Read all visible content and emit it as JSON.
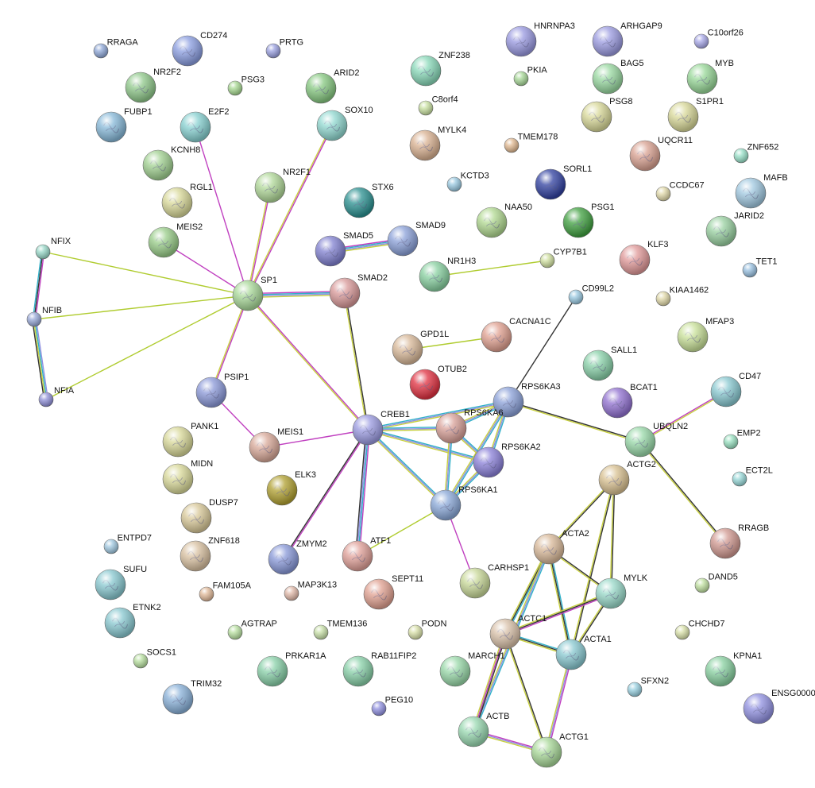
{
  "network": {
    "nodes": [
      {
        "id": "RRAGA",
        "label": "RRAGA",
        "color": "#8fa8d8"
      },
      {
        "id": "CD274",
        "label": "CD274",
        "color": "#8a9de0"
      },
      {
        "id": "PRTG",
        "label": "PRTG",
        "color": "#9aa0e0"
      },
      {
        "id": "NR2F2",
        "label": "NR2F2",
        "color": "#8fc88a"
      },
      {
        "id": "PSG3",
        "label": "PSG3",
        "color": "#a6d890"
      },
      {
        "id": "ARID2",
        "label": "ARID2",
        "color": "#86c880"
      },
      {
        "id": "FUBP1",
        "label": "FUBP1",
        "color": "#86b8d8"
      },
      {
        "id": "E2F2",
        "label": "E2F2",
        "color": "#86d0d0"
      },
      {
        "id": "SOX10",
        "label": "SOX10",
        "color": "#90d8d0"
      },
      {
        "id": "KCNH8",
        "label": "KCNH8",
        "color": "#a0d090"
      },
      {
        "id": "NR2F1",
        "label": "NR2F1",
        "color": "#b0d898"
      },
      {
        "id": "RGL1",
        "label": "RGL1",
        "color": "#d8d898"
      },
      {
        "id": "MEIS2",
        "label": "MEIS2",
        "color": "#98cc88"
      },
      {
        "id": "STX6",
        "label": "STX6",
        "color": "#2a9090"
      },
      {
        "id": "SMAD5",
        "label": "SMAD5",
        "color": "#8080d0"
      },
      {
        "id": "SMAD9",
        "label": "SMAD9",
        "color": "#8aa0d8"
      },
      {
        "id": "NFIX",
        "label": "NFIX",
        "color": "#98d8c8"
      },
      {
        "id": "NFIB",
        "label": "NFIB",
        "color": "#98a8d8"
      },
      {
        "id": "NFIA",
        "label": "NFIA",
        "color": "#9090d8"
      },
      {
        "id": "SP1",
        "label": "SP1",
        "color": "#a8d898"
      },
      {
        "id": "SMAD2",
        "label": "SMAD2",
        "color": "#d89898"
      },
      {
        "id": "ZNF238",
        "label": "ZNF238",
        "color": "#88d8b8"
      },
      {
        "id": "C8orf4",
        "label": "C8orf4",
        "color": "#c8e0a0"
      },
      {
        "id": "MYLK4",
        "label": "MYLK4",
        "color": "#d8b090"
      },
      {
        "id": "KCTD3",
        "label": "KCTD3",
        "color": "#98c8e0"
      },
      {
        "id": "HNRNPA3",
        "label": "HNRNPA3",
        "color": "#9898e0"
      },
      {
        "id": "PKIA",
        "label": "PKIA",
        "color": "#a8d898"
      },
      {
        "id": "TMEM178",
        "label": "TMEM178",
        "color": "#e0b890"
      },
      {
        "id": "NAA50",
        "label": "NAA50",
        "color": "#b0d890"
      },
      {
        "id": "ARHGAP9",
        "label": "ARHGAP9",
        "color": "#9a9ae0"
      },
      {
        "id": "BAG5",
        "label": "BAG5",
        "color": "#98d8a0"
      },
      {
        "id": "PSG8",
        "label": "PSG8",
        "color": "#d8d898"
      },
      {
        "id": "SORL1",
        "label": "SORL1",
        "color": "#3040a0"
      },
      {
        "id": "PSG1",
        "label": "PSG1",
        "color": "#40a040"
      },
      {
        "id": "C10orf26",
        "label": "C10orf26",
        "color": "#a8a8e8"
      },
      {
        "id": "MYB",
        "label": "MYB",
        "color": "#98d898"
      },
      {
        "id": "S1PR1",
        "label": "S1PR1",
        "color": "#d8d898"
      },
      {
        "id": "UQCR11",
        "label": "UQCR11",
        "color": "#d8a090"
      },
      {
        "id": "ZNF652",
        "label": "ZNF652",
        "color": "#98e0c8"
      },
      {
        "id": "CCDC67",
        "label": "CCDC67",
        "color": "#e0d8a8"
      },
      {
        "id": "MAFB",
        "label": "MAFB",
        "color": "#a0c8e0"
      },
      {
        "id": "JARID2",
        "label": "JARID2",
        "color": "#98d0a0"
      },
      {
        "id": "NR1H3",
        "label": "NR1H3",
        "color": "#88d0a0"
      },
      {
        "id": "CYP7B1",
        "label": "CYP7B1",
        "color": "#d0e0a0"
      },
      {
        "id": "KLF3",
        "label": "KLF3",
        "color": "#e09898"
      },
      {
        "id": "TET1",
        "label": "TET1",
        "color": "#98c0e0"
      },
      {
        "id": "CD99L2",
        "label": "CD99L2",
        "color": "#98c8e0"
      },
      {
        "id": "KIAA1462",
        "label": "KIAA1462",
        "color": "#e0d8a8"
      },
      {
        "id": "GPD1L",
        "label": "GPD1L",
        "color": "#d8b898"
      },
      {
        "id": "CACNA1C",
        "label": "CACNA1C",
        "color": "#e0a090"
      },
      {
        "id": "MFAP3",
        "label": "MFAP3",
        "color": "#c8e098"
      },
      {
        "id": "OTUB2",
        "label": "OTUB2",
        "color": "#e03040"
      },
      {
        "id": "SALL1",
        "label": "SALL1",
        "color": "#88d0a8"
      },
      {
        "id": "BCAT1",
        "label": "BCAT1",
        "color": "#9070d0"
      },
      {
        "id": "CD47",
        "label": "CD47",
        "color": "#88c8d0"
      },
      {
        "id": "PSIP1",
        "label": "PSIP1",
        "color": "#8a98d8"
      },
      {
        "id": "CREB1",
        "label": "CREB1",
        "color": "#9a9ae0"
      },
      {
        "id": "RPS6KA3",
        "label": "RPS6KA3",
        "color": "#8aa0d8"
      },
      {
        "id": "RPS6KA6",
        "label": "RPS6KA6",
        "color": "#d8a098"
      },
      {
        "id": "UBQLN2",
        "label": "UBQLN2",
        "color": "#98d8a8"
      },
      {
        "id": "EMP2",
        "label": "EMP2",
        "color": "#98e0c0"
      },
      {
        "id": "PANK1",
        "label": "PANK1",
        "color": "#d8d898"
      },
      {
        "id": "MEIS1",
        "label": "MEIS1",
        "color": "#d8a898"
      },
      {
        "id": "RPS6KA2",
        "label": "RPS6KA2",
        "color": "#8a80d8"
      },
      {
        "id": "ACTG2",
        "label": "ACTG2",
        "color": "#d8c090"
      },
      {
        "id": "ECT2L",
        "label": "ECT2L",
        "color": "#98d8d8"
      },
      {
        "id": "MIDN",
        "label": "MIDN",
        "color": "#d8d898"
      },
      {
        "id": "ELK3",
        "label": "ELK3",
        "color": "#b0a030"
      },
      {
        "id": "RPS6KA1",
        "label": "RPS6KA1",
        "color": "#8aa8d8"
      },
      {
        "id": "DUSP7",
        "label": "DUSP7",
        "color": "#d8c898"
      },
      {
        "id": "RRAGB",
        "label": "RRAGB",
        "color": "#d09890"
      },
      {
        "id": "ENTPD7",
        "label": "ENTPD7",
        "color": "#a0c8e0"
      },
      {
        "id": "ZNF618",
        "label": "ZNF618",
        "color": "#d8c0a0"
      },
      {
        "id": "ZMYM2",
        "label": "ZMYM2",
        "color": "#8898d8"
      },
      {
        "id": "ATF1",
        "label": "ATF1",
        "color": "#e0a098"
      },
      {
        "id": "ACTA2",
        "label": "ACTA2",
        "color": "#d8b898"
      },
      {
        "id": "SUFU",
        "label": "SUFU",
        "color": "#88c8d0"
      },
      {
        "id": "FAM105A",
        "label": "FAM105A",
        "color": "#e0b898"
      },
      {
        "id": "MAP3K13",
        "label": "MAP3K13",
        "color": "#e0b8a8"
      },
      {
        "id": "SEPT11",
        "label": "SEPT11",
        "color": "#e0a090"
      },
      {
        "id": "CARHSP1",
        "label": "CARHSP1",
        "color": "#c8d898"
      },
      {
        "id": "MYLK",
        "label": "MYLK",
        "color": "#98d8c8"
      },
      {
        "id": "DAND5",
        "label": "DAND5",
        "color": "#c0e0a0"
      },
      {
        "id": "ETNK2",
        "label": "ETNK2",
        "color": "#88c8d0"
      },
      {
        "id": "AGTRAP",
        "label": "AGTRAP",
        "color": "#b8e0a0"
      },
      {
        "id": "TMEM136",
        "label": "TMEM136",
        "color": "#c8e0a8"
      },
      {
        "id": "PODN",
        "label": "PODN",
        "color": "#d8e0a8"
      },
      {
        "id": "ACTC1",
        "label": "ACTC1",
        "color": "#d8c0a8"
      },
      {
        "id": "CHCHD7",
        "label": "CHCHD7",
        "color": "#d8e0a8"
      },
      {
        "id": "ACTA1",
        "label": "ACTA1",
        "color": "#88c8d0"
      },
      {
        "id": "SOCS1",
        "label": "SOCS1",
        "color": "#b8e0a0"
      },
      {
        "id": "PRKAR1A",
        "label": "PRKAR1A",
        "color": "#88d0a8"
      },
      {
        "id": "RAB11FIP2",
        "label": "RAB11FIP2",
        "color": "#88d0a8"
      },
      {
        "id": "MARCH1",
        "label": "MARCH1",
        "color": "#98d8a8"
      },
      {
        "id": "KPNA1",
        "label": "KPNA1",
        "color": "#88d0a0"
      },
      {
        "id": "TRIM32",
        "label": "TRIM32",
        "color": "#88b0d8"
      },
      {
        "id": "SFXN2",
        "label": "SFXN2",
        "color": "#98d0e0"
      },
      {
        "id": "PEG10",
        "label": "PEG10",
        "color": "#9090e0"
      },
      {
        "id": "ACTB",
        "label": "ACTB",
        "color": "#98d8b0"
      },
      {
        "id": "ACTG1",
        "label": "ACTG1",
        "color": "#a8d898"
      },
      {
        "id": "ENSG0000",
        "label": "ENSG0000",
        "color": "#9090e0"
      }
    ],
    "edges": [
      {
        "source": "E2F2",
        "target": "SP1",
        "colors": [
          "#c040c0"
        ]
      },
      {
        "source": "SOX10",
        "target": "SP1",
        "colors": [
          "#c040c0",
          "#c8d040"
        ]
      },
      {
        "source": "NR2F1",
        "target": "SP1",
        "colors": [
          "#c040c0",
          "#c8d040"
        ]
      },
      {
        "source": "MEIS2",
        "target": "SP1",
        "colors": [
          "#c040c0"
        ]
      },
      {
        "source": "NFIX",
        "target": "SP1",
        "colors": [
          "#b0cc30"
        ]
      },
      {
        "source": "NFIB",
        "target": "SP1",
        "colors": [
          "#b0cc30"
        ]
      },
      {
        "source": "NFIA",
        "target": "SP1",
        "colors": [
          "#b0cc30"
        ]
      },
      {
        "source": "NFIX",
        "target": "NFIB",
        "colors": [
          "#c040c0",
          "#333333",
          "#30b0c8"
        ]
      },
      {
        "source": "NFIB",
        "target": "NFIA",
        "colors": [
          "#9090e0",
          "#30b0c8",
          "#c8d040",
          "#333333"
        ]
      },
      {
        "source": "SP1",
        "target": "SMAD2",
        "colors": [
          "#c040c0",
          "#30b0c8",
          "#9090e0",
          "#c8d040"
        ]
      },
      {
        "source": "SP1",
        "target": "PSIP1",
        "colors": [
          "#c040c0",
          "#c8d040"
        ]
      },
      {
        "source": "SP1",
        "target": "CREB1",
        "colors": [
          "#c040c0",
          "#c8d040"
        ]
      },
      {
        "source": "SMAD5",
        "target": "SMAD9",
        "colors": [
          "#c040c0",
          "#30b0c8",
          "#9090e0",
          "#c8d040"
        ]
      },
      {
        "source": "SMAD2",
        "target": "CREB1",
        "colors": [
          "#333333",
          "#c8d040"
        ]
      },
      {
        "source": "NR1H3",
        "target": "CYP7B1",
        "colors": [
          "#b0cc30"
        ]
      },
      {
        "source": "GPD1L",
        "target": "CACNA1C",
        "colors": [
          "#b0cc30"
        ]
      },
      {
        "source": "CD99L2",
        "target": "RPS6KA3",
        "colors": [
          "#333333"
        ]
      },
      {
        "source": "PSIP1",
        "target": "MEIS1",
        "colors": [
          "#c040c0"
        ]
      },
      {
        "source": "MEIS1",
        "target": "CREB1",
        "colors": [
          "#c040c0"
        ]
      },
      {
        "source": "CREB1",
        "target": "RPS6KA3",
        "colors": [
          "#30b0c8",
          "#9090e0",
          "#c8d040"
        ]
      },
      {
        "source": "CREB1",
        "target": "RPS6KA6",
        "colors": [
          "#30b0c8",
          "#9090e0",
          "#c8d040"
        ]
      },
      {
        "source": "CREB1",
        "target": "RPS6KA2",
        "colors": [
          "#30b0c8",
          "#9090e0",
          "#c8d040"
        ]
      },
      {
        "source": "CREB1",
        "target": "RPS6KA1",
        "colors": [
          "#30b0c8",
          "#9090e0",
          "#c8d040"
        ]
      },
      {
        "source": "CREB1",
        "target": "ZMYM2",
        "colors": [
          "#c040c0",
          "#333333"
        ]
      },
      {
        "source": "CREB1",
        "target": "ATF1",
        "colors": [
          "#c040c0",
          "#30b0c8",
          "#9090e0",
          "#333333"
        ]
      },
      {
        "source": "RPS6KA3",
        "target": "RPS6KA6",
        "colors": [
          "#30b0c8",
          "#9090e0",
          "#c8d040"
        ]
      },
      {
        "source": "RPS6KA3",
        "target": "RPS6KA2",
        "colors": [
          "#30b0c8",
          "#9090e0",
          "#c8d040"
        ]
      },
      {
        "source": "RPS6KA3",
        "target": "RPS6KA1",
        "colors": [
          "#30b0c8",
          "#9090e0",
          "#c8d040"
        ]
      },
      {
        "source": "RPS6KA3",
        "target": "UBQLN2",
        "colors": [
          "#333333",
          "#c8d040"
        ]
      },
      {
        "source": "RPS6KA6",
        "target": "RPS6KA2",
        "colors": [
          "#30b0c8",
          "#9090e0",
          "#c8d040"
        ]
      },
      {
        "source": "RPS6KA6",
        "target": "RPS6KA1",
        "colors": [
          "#30b0c8",
          "#9090e0",
          "#c8d040"
        ]
      },
      {
        "source": "RPS6KA2",
        "target": "RPS6KA1",
        "colors": [
          "#30b0c8",
          "#9090e0",
          "#c8d040"
        ]
      },
      {
        "source": "RPS6KA1",
        "target": "ATF1",
        "colors": [
          "#b0cc30"
        ]
      },
      {
        "source": "RPS6KA1",
        "target": "CARHSP1",
        "colors": [
          "#c040c0"
        ]
      },
      {
        "source": "UBQLN2",
        "target": "CD47",
        "colors": [
          "#c040c0",
          "#c8d040"
        ]
      },
      {
        "source": "UBQLN2",
        "target": "RRAGB",
        "colors": [
          "#333333",
          "#c8d040"
        ]
      },
      {
        "source": "ACTG2",
        "target": "ACTA2",
        "colors": [
          "#333333",
          "#c8d040"
        ]
      },
      {
        "source": "ACTG2",
        "target": "MYLK",
        "colors": [
          "#333333",
          "#c8d040"
        ]
      },
      {
        "source": "ACTG2",
        "target": "ACTA1",
        "colors": [
          "#333333",
          "#c8d040"
        ]
      },
      {
        "source": "ACTA2",
        "target": "MYLK",
        "colors": [
          "#333333",
          "#c8d040"
        ]
      },
      {
        "source": "ACTA2",
        "target": "ACTC1",
        "colors": [
          "#30b0c8",
          "#333333",
          "#c8d040"
        ]
      },
      {
        "source": "ACTA2",
        "target": "ACTA1",
        "colors": [
          "#30b0c8",
          "#333333",
          "#c8d040"
        ]
      },
      {
        "source": "ACTA2",
        "target": "ACTB",
        "colors": [
          "#30b0c8",
          "#9090e0",
          "#c8d040"
        ]
      },
      {
        "source": "MYLK",
        "target": "ACTC1",
        "colors": [
          "#c040c0",
          "#333333",
          "#c8d040"
        ]
      },
      {
        "source": "MYLK",
        "target": "ACTA1",
        "colors": [
          "#333333",
          "#c8d040"
        ]
      },
      {
        "source": "ACTC1",
        "target": "ACTA1",
        "colors": [
          "#30b0c8",
          "#333333",
          "#c8d040"
        ]
      },
      {
        "source": "ACTC1",
        "target": "ACTB",
        "colors": [
          "#333333",
          "#c040c0",
          "#c8d040"
        ]
      },
      {
        "source": "ACTA1",
        "target": "ACTG1",
        "colors": [
          "#c040c0",
          "#9090e0",
          "#c8d040"
        ]
      },
      {
        "source": "ACTB",
        "target": "ACTG1",
        "colors": [
          "#c040c0",
          "#9090e0",
          "#c8d040"
        ]
      },
      {
        "source": "ACTC1",
        "target": "ACTG1",
        "colors": [
          "#333333",
          "#c8d040"
        ]
      }
    ]
  }
}
